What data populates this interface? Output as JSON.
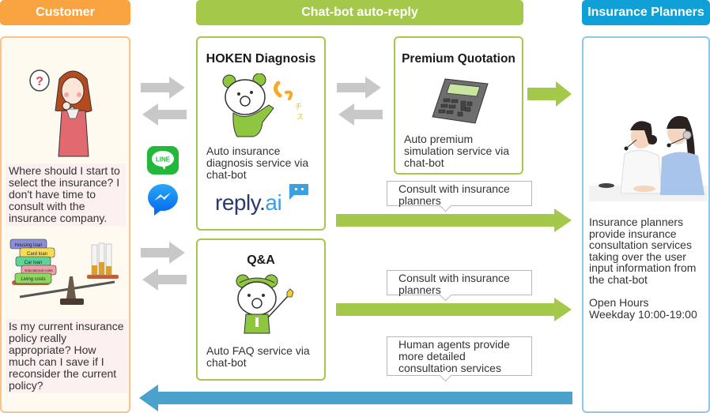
{
  "headers": {
    "customer": "Customer",
    "chatbot": "Chat-bot auto-reply",
    "planners": "Insurance Planners"
  },
  "colors": {
    "customer_orange": "#f9a440",
    "chatbot_green": "#a4c94a",
    "planner_blue": "#0ea0d6",
    "arrow_gray": "#c8c8c8",
    "arrow_blue": "#4aa2cc"
  },
  "customer": {
    "question_1": "Where should I start to select the insurance? I don't have time to consult with the insurance company.",
    "question_2": "Is my current insurance policy really appropriate? How much can I save if I reconsider the current policy?",
    "scale_labels": [
      "Housing loan",
      "Card loan",
      "Car loan",
      "Educational costs",
      "Living costs"
    ],
    "thinking_bubble": "?"
  },
  "channels": [
    {
      "name": "LINE",
      "icon": "line-icon"
    },
    {
      "name": "Messenger",
      "icon": "messenger-icon"
    }
  ],
  "services": {
    "diagnosis": {
      "title": "HOKEN Diagnosis",
      "description": "Auto insurance diagnosis service via chat-bot",
      "brand_text": "reply.",
      "brand_suffix": "ai"
    },
    "quotation": {
      "title": "Premium Quotation",
      "description": "Auto premium simulation service via chat-bot"
    },
    "qa": {
      "title": "Q&A",
      "description": "Auto FAQ service via chat-bot"
    }
  },
  "callouts": {
    "consult_1": "Consult with insurance planners",
    "consult_2": "Consult with insurance planners",
    "human_agents": "Human agents provide more detailed consultation services"
  },
  "planners": {
    "description": "Insurance planners provide insurance consultation services taking over the user input information from the chat-bot",
    "hours_label": "Open Hours",
    "hours_value": "Weekday 10:00-19:00"
  }
}
